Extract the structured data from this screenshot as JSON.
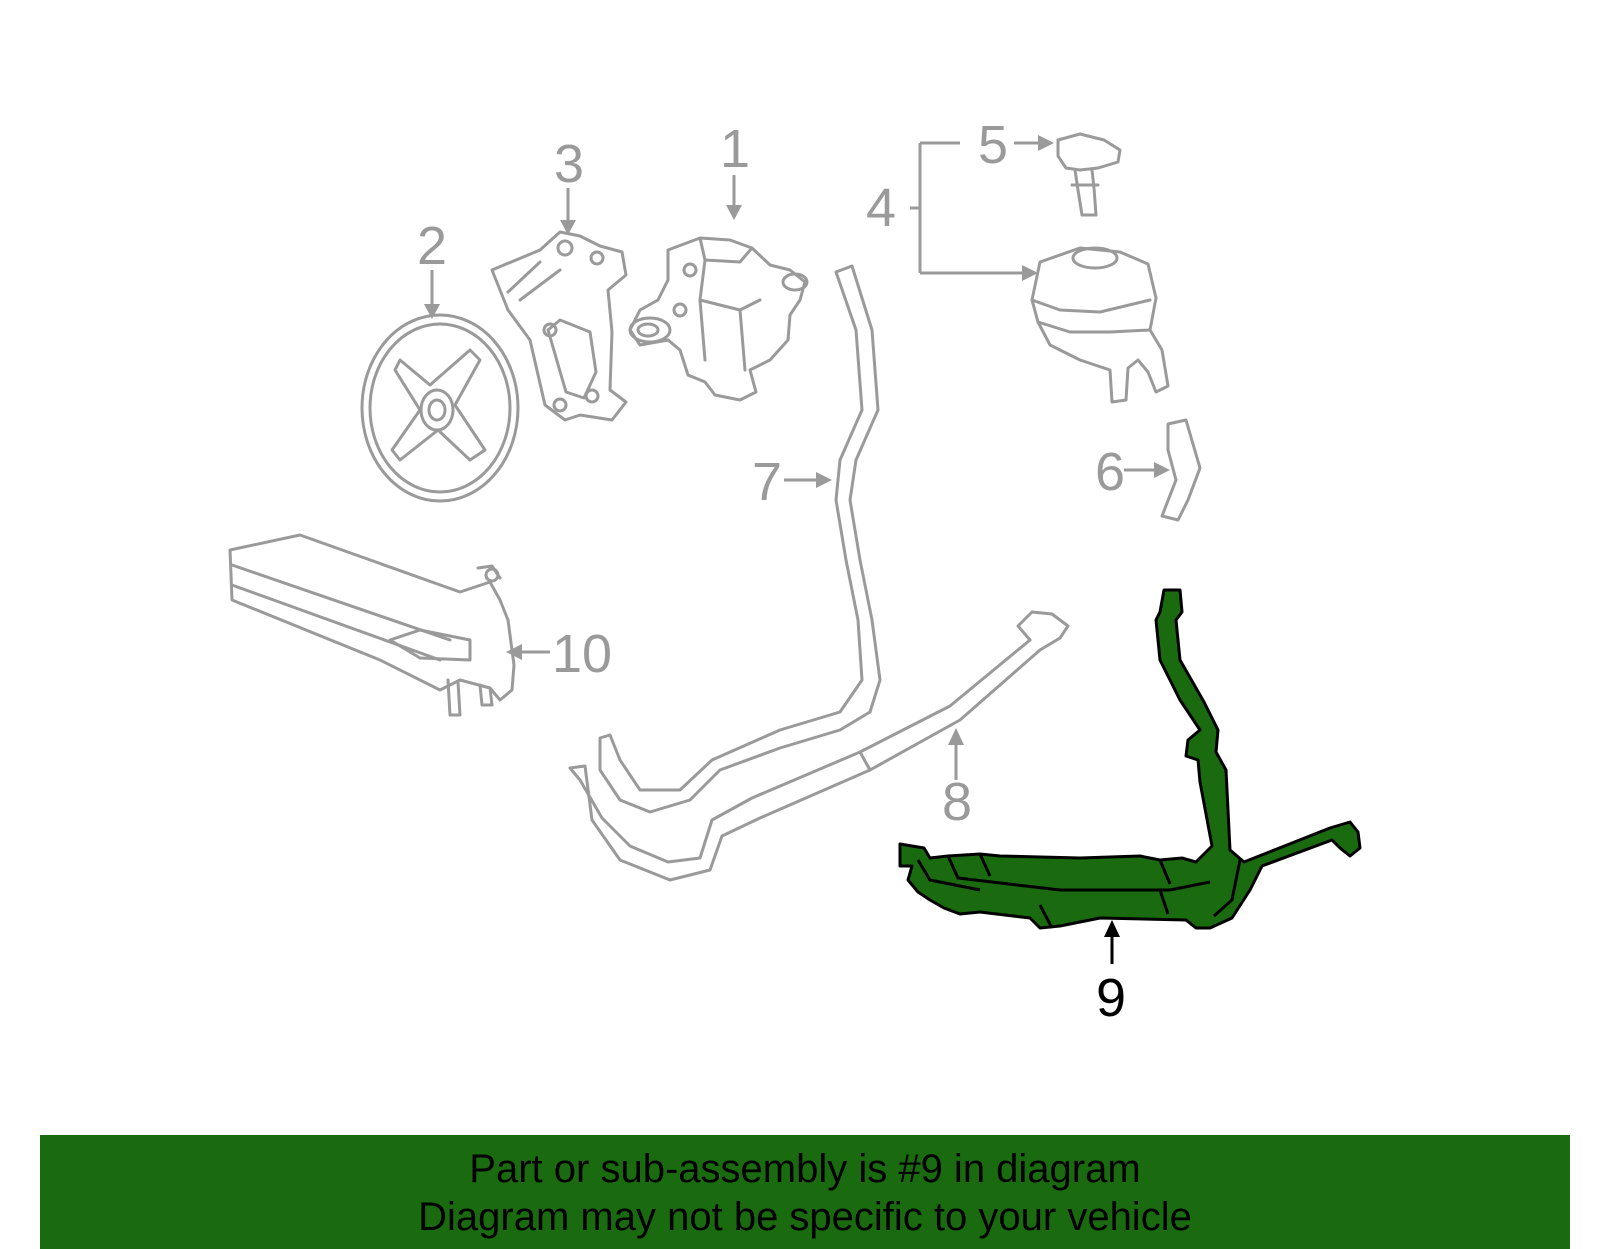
{
  "labels": {
    "p1": "1",
    "p2": "2",
    "p3": "3",
    "p4": "4",
    "p5": "5",
    "p6": "6",
    "p7": "7",
    "p8": "8",
    "p9": "9",
    "p10": "10"
  },
  "highlight_part": "9",
  "colors": {
    "highlight": "#1a6b10",
    "parts": "#9a9a9a",
    "banner": "#1a6b10"
  },
  "banner": {
    "line1": "Part or sub-assembly is #9 in diagram",
    "line2": "Diagram may not be specific to your vehicle"
  }
}
